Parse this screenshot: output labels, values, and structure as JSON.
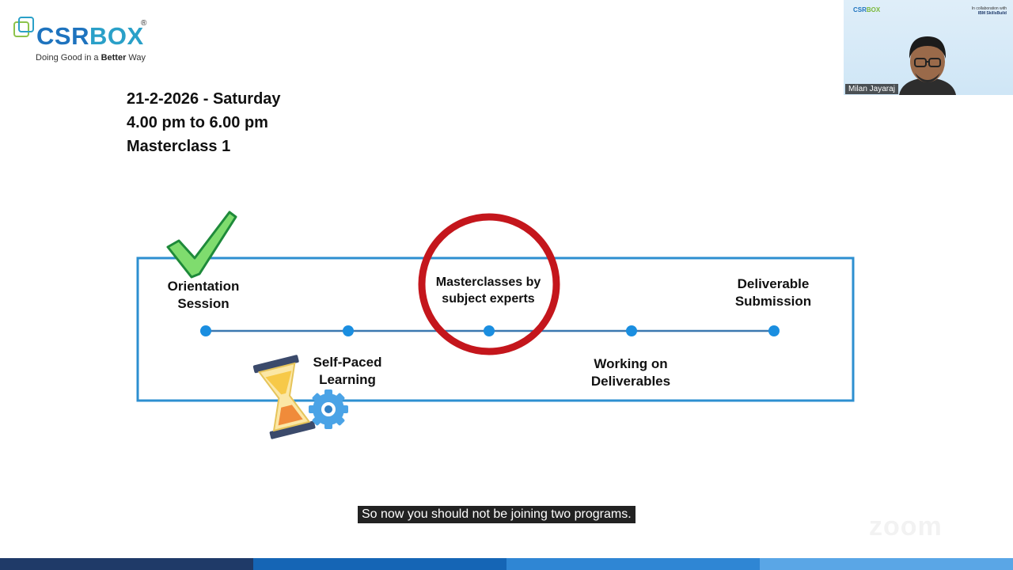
{
  "logo": {
    "word_part1": "CSR",
    "word_part2": "BOX",
    "registered": "®",
    "tagline_pre": "Doing Good in a ",
    "tagline_bold": "Better",
    "tagline_post": " Way"
  },
  "session": {
    "date": "21-2-2026 - Saturday",
    "time": "4.00 pm to 6.00 pm",
    "title": "Masterclass 1"
  },
  "timeline": {
    "stages": [
      {
        "label": "Orientation\nSession",
        "icon": "check-mark-icon"
      },
      {
        "label": "Self-Paced\nLearning",
        "icon": "hourglass-gear-icon"
      },
      {
        "label": "Masterclasses by\nsubject experts",
        "icon": "red-circle-highlight"
      },
      {
        "label": "Working on\nDeliverables",
        "icon": ""
      },
      {
        "label": "Deliverable\nSubmission",
        "icon": ""
      }
    ],
    "colors": {
      "frame": "#2d8fd0",
      "line": "#3b78b0",
      "node": "#1a8ee0",
      "highlight": "#c4161c",
      "check": "#57c95a"
    }
  },
  "video": {
    "participant_name": "Milan Jayaraj",
    "tile_logo_1": "CSR",
    "tile_logo_2": "BOX",
    "collab_line1": "In collaboration with",
    "collab_line2": "IBM SkillsBuild"
  },
  "caption": {
    "text": "So now you should not be joining two programs."
  },
  "watermark": {
    "text": "zoom"
  },
  "bottom_bar_colors": [
    "#1f3a68",
    "#1565b5",
    "#2f86d4",
    "#5aa6e6"
  ]
}
